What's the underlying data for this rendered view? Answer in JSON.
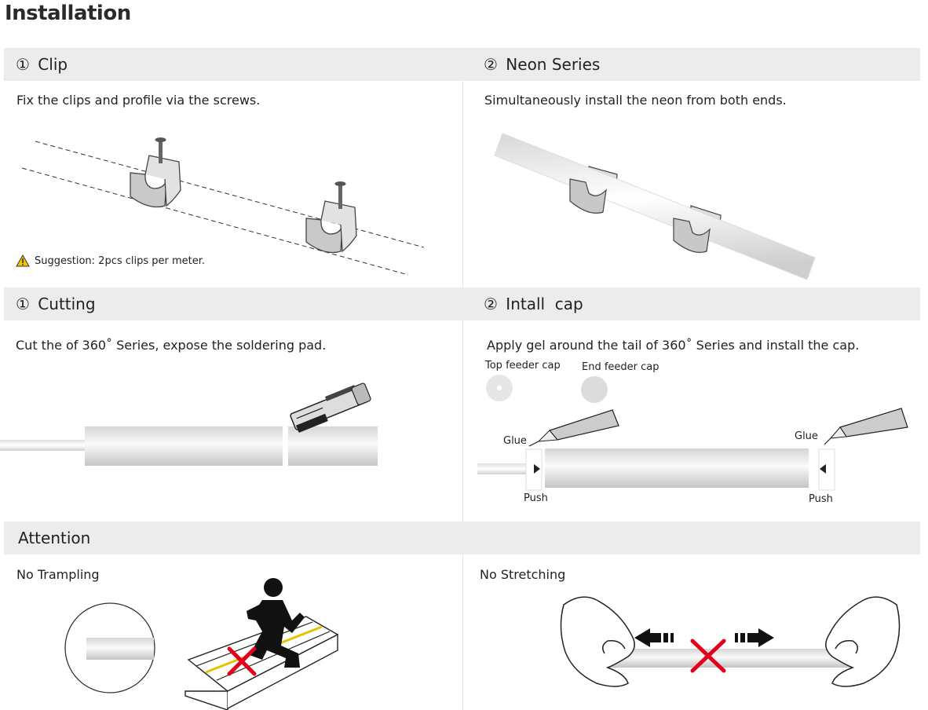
{
  "page_title": "Installation",
  "sections": {
    "clip": {
      "number": "①",
      "title": "Clip",
      "desc": "Fix the clips and profile via the screws.",
      "suggestion": "Suggestion: 2pcs clips per meter."
    },
    "neon_series": {
      "number": "②",
      "title": "Neon Series",
      "desc": "Simultaneously install the neon from both ends."
    },
    "cutting": {
      "number": "①",
      "title": "Cutting",
      "desc": "Cut the of 360˚ Series, expose the soldering pad."
    },
    "install_cap": {
      "number": "②",
      "title": "Intall  cap",
      "desc": "Apply gel around the tail of 360˚ Series and install the cap.",
      "top_cap": "Top feeder cap",
      "end_cap": "End feeder cap",
      "glue_left": "Glue",
      "glue_right": "Glue",
      "push_left": "Push",
      "push_right": "Push"
    },
    "attention": {
      "title": "Attention",
      "no_trampling": "No Trampling",
      "no_stretching": "No Stretching"
    }
  },
  "colors": {
    "header_bg": "#ececec",
    "warning": "#f2c500",
    "cross": "#e3001b"
  }
}
